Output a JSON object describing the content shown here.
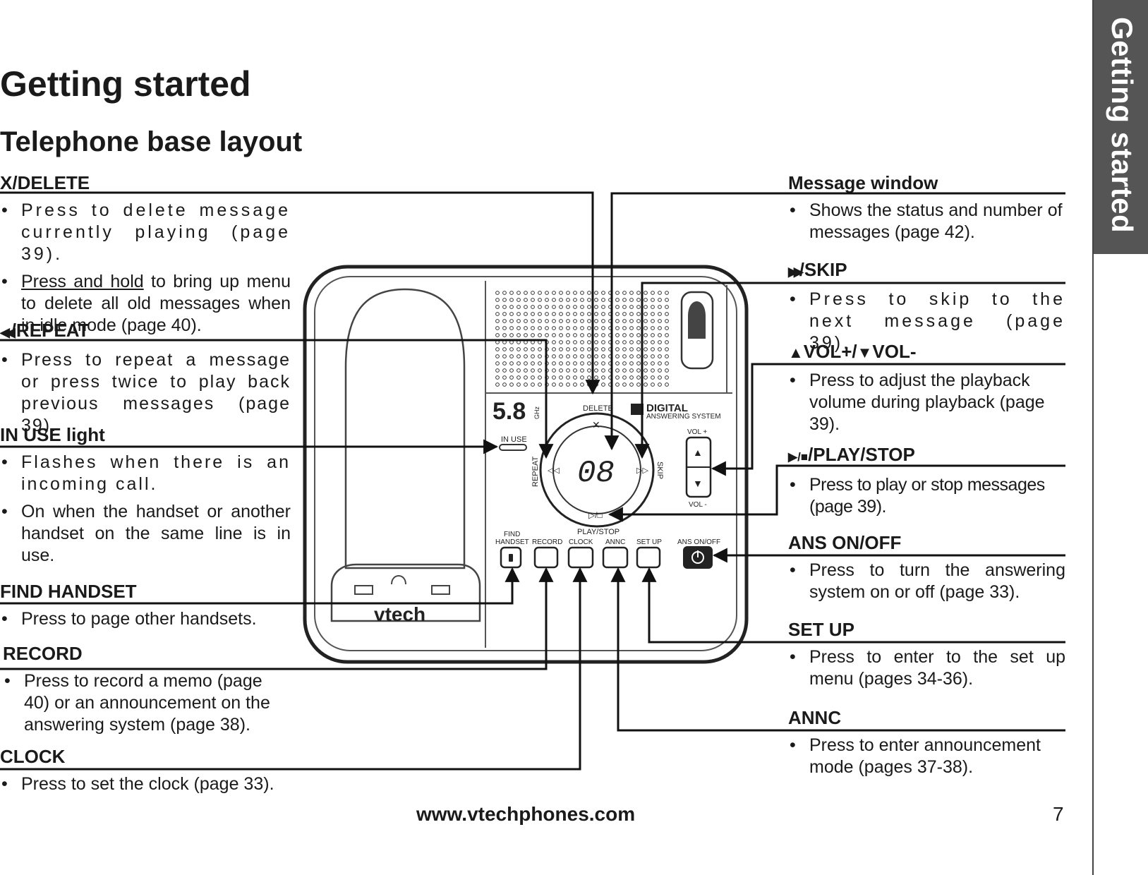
{
  "header": {
    "title": "Getting started",
    "section": "Telephone base layout",
    "side_tab": "Getting started"
  },
  "left_callouts": [
    {
      "label": "X/DELETE",
      "items": [
        {
          "plain": "Press to delete message currently  playing (page 39)."
        },
        {
          "underlined": "Press and hold",
          "rest": " to bring up menu to delete all old messages when in idle mode (page 40)."
        }
      ]
    },
    {
      "label": "/REPEAT",
      "icon": "rewind-icon",
      "items": [
        {
          "plain": "Press to repeat a message or press twice to play back previous messages (page 39)."
        }
      ]
    },
    {
      "label": "IN USE light",
      "items": [
        {
          "plain": "Flashes when there is an incoming call."
        },
        {
          "plain": "On when the handset or another handset on the same line is in use."
        }
      ]
    },
    {
      "label": "FIND HANDSET",
      "items": [
        {
          "plain": "Press to page other handsets."
        }
      ]
    },
    {
      "label": "RECORD",
      "items": [
        {
          "plain": "Press to record a memo (page 40) or an announcement on the answering system (page 38)."
        }
      ]
    },
    {
      "label": "CLOCK",
      "items": [
        {
          "plain": "Press to set the clock (page  33)."
        }
      ]
    }
  ],
  "right_callouts": [
    {
      "label": "Message window",
      "items": [
        {
          "plain": "Shows the status and number of messages (page 42)."
        }
      ]
    },
    {
      "label": "/SKIP",
      "icon": "fast-forward-icon",
      "items": [
        {
          "plain": "Press to skip to the next message (page 39)."
        }
      ]
    },
    {
      "label": "VOL+/",
      "label2": "VOL-",
      "icon": "volume-up-triangle-icon",
      "icon2": "volume-down-triangle-icon",
      "items": [
        {
          "plain": "Press to adjust the playback volume during playback (page 39)."
        }
      ]
    },
    {
      "label": "/PLAY/STOP",
      "icon": "play-stop-icon",
      "items": [
        {
          "plain": "Press to play or stop messages (page 39)."
        }
      ]
    },
    {
      "label": "ANS ON/OFF",
      "items": [
        {
          "plain": "Press to turn the answering system on or off (page 33)."
        }
      ]
    },
    {
      "label": "SET UP",
      "items": [
        {
          "plain": "Press to enter to the set up menu (pages 34-36)."
        }
      ]
    },
    {
      "label": "ANNC",
      "items": [
        {
          "plain": "Press to enter announcement mode (pages 37-38)."
        }
      ]
    }
  ],
  "device": {
    "brand": "vtech",
    "freq": "5.8",
    "freq_unit": "GHz",
    "digital": "DIGITAL",
    "answering_system": "ANSWERING SYSTEM",
    "display": "08",
    "labels": {
      "delete": "DELETE",
      "in_use": "IN USE",
      "repeat": "REPEAT",
      "skip": "SKIP",
      "play_stop": "PLAY/STOP",
      "vol_plus": "VOL +",
      "vol_minus": "VOL -",
      "find": "FIND",
      "handset": "HANDSET",
      "record": "RECORD",
      "clock": "CLOCK",
      "annc": "ANNC",
      "set_up": "SET UP",
      "ans_onoff": "ANS ON/OFF"
    }
  },
  "footer": {
    "url": "www.vtechphones.com",
    "page": "7"
  }
}
